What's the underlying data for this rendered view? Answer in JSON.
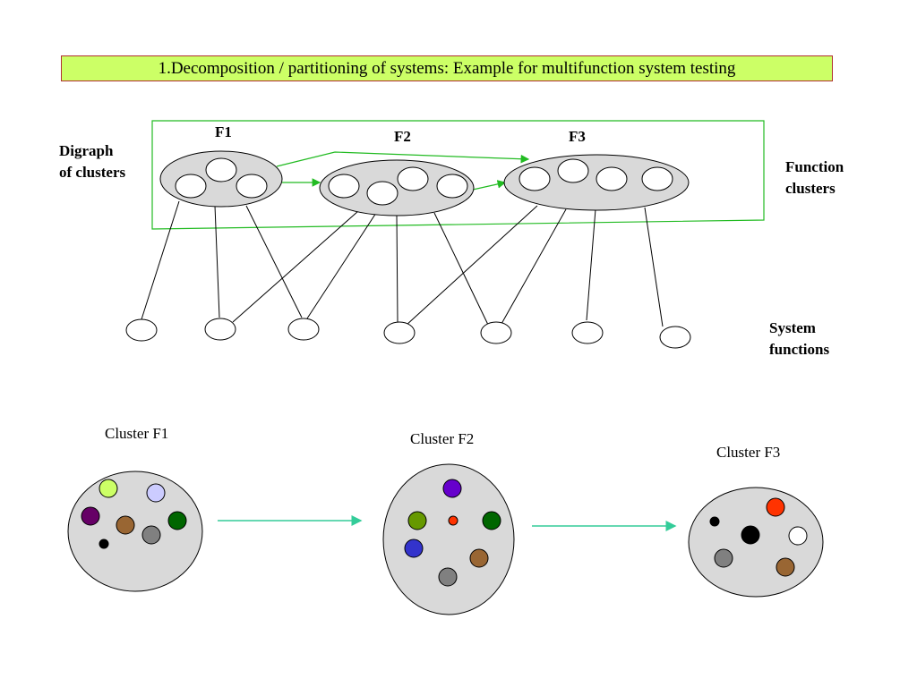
{
  "title": "1.Decomposition / partitioning of systems: Example for multifunction system testing",
  "labels": {
    "digraph_line1": "Digraph",
    "digraph_line2": "of clusters",
    "function_line1": "Function",
    "function_line2": "clusters",
    "system_line1": "System",
    "system_line2": "functions"
  },
  "clusters": [
    {
      "name": "F1",
      "caption": "Cluster F1"
    },
    {
      "name": "F2",
      "caption": "Cluster F2"
    },
    {
      "name": "F3",
      "caption": "Cluster F3"
    }
  ],
  "colors": {
    "title_bg": "#ccff66",
    "title_border": "#b03030",
    "cluster_fill": "#d9d9d9",
    "frame_green": "#22bb22",
    "arrow_teal": "#33cc99"
  },
  "cluster_dot_colors": {
    "F1": [
      "#ccff66",
      "#ccccff",
      "#660066",
      "#996633",
      "#006600",
      "#808080",
      "#000000"
    ],
    "F2": [
      "#6600cc",
      "#669900",
      "#ff3300",
      "#006600",
      "#3333cc",
      "#996633",
      "#808080"
    ],
    "F3": [
      "#000000",
      "#ff3300",
      "#000000",
      "#ffffff",
      "#808080",
      "#996633"
    ]
  }
}
